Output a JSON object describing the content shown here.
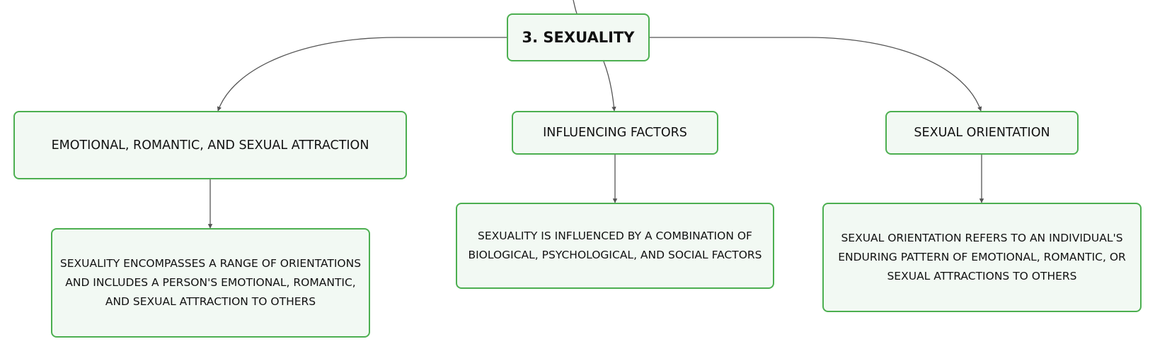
{
  "map": {
    "root": {
      "label": "3. SEXUALITY"
    },
    "branches": [
      {
        "label": "EMOTIONAL, ROMANTIC, AND SEXUAL ATTRACTION",
        "detail": "SEXUALITY ENCOMPASSES A RANGE OF ORIENTATIONS AND INCLUDES A PERSON'S EMOTIONAL, ROMANTIC, AND SEXUAL ATTRACTION TO OTHERS"
      },
      {
        "label": "INFLUENCING FACTORS",
        "detail": "SEXUALITY IS INFLUENCED BY A COMBINATION OF BIOLOGICAL, PSYCHOLOGICAL, AND SOCIAL FACTORS"
      },
      {
        "label": "SEXUAL ORIENTATION",
        "detail": "SEXUAL ORIENTATION REFERS TO AN INDIVIDUAL'S ENDURING PATTERN OF EMOTIONAL, ROMANTIC, OR SEXUAL ATTRACTIONS TO OTHERS"
      }
    ]
  },
  "colors": {
    "node_border": "#4caf50",
    "node_fill": "#f2f9f3",
    "connector": "#555555",
    "text": "#111111"
  }
}
